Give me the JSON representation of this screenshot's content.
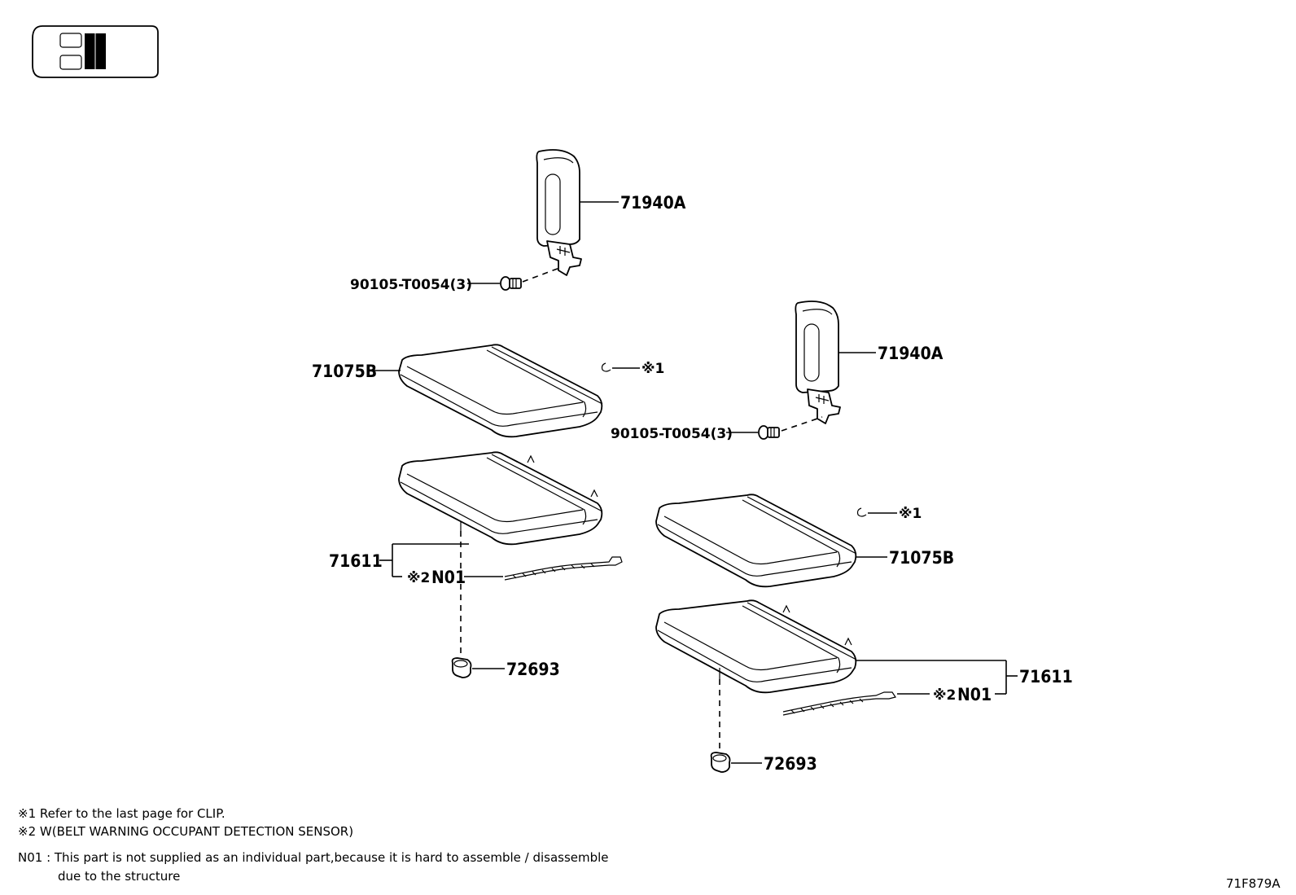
{
  "labels": {
    "headrest_upper": "71940A",
    "headrest_lower": "71940A",
    "bolt_upper": "90105-T0054(3)",
    "bolt_lower": "90105-T0054(3)",
    "back_left": "71075B",
    "back_right": "71075B",
    "cushion_left": "71611",
    "cushion_right": "71611",
    "sensor_left_mark": "※2",
    "sensor_left": "N01",
    "sensor_right_mark": "※2",
    "sensor_right": "N01",
    "clip_left": "※1",
    "clip_right": "※1",
    "hook_left": "72693",
    "hook_right": "72693"
  },
  "notes": {
    "note1": "※1  Refer to the last page for CLIP.",
    "note2": "※2 W(BELT WARNING OCCUPANT DETECTION SENSOR)",
    "note3_line1": "N01 : This part is not supplied as an individual part,because it is hard to assemble / disassemble",
    "note3_line2": "due to the structure"
  },
  "figure_id": "71F879A"
}
